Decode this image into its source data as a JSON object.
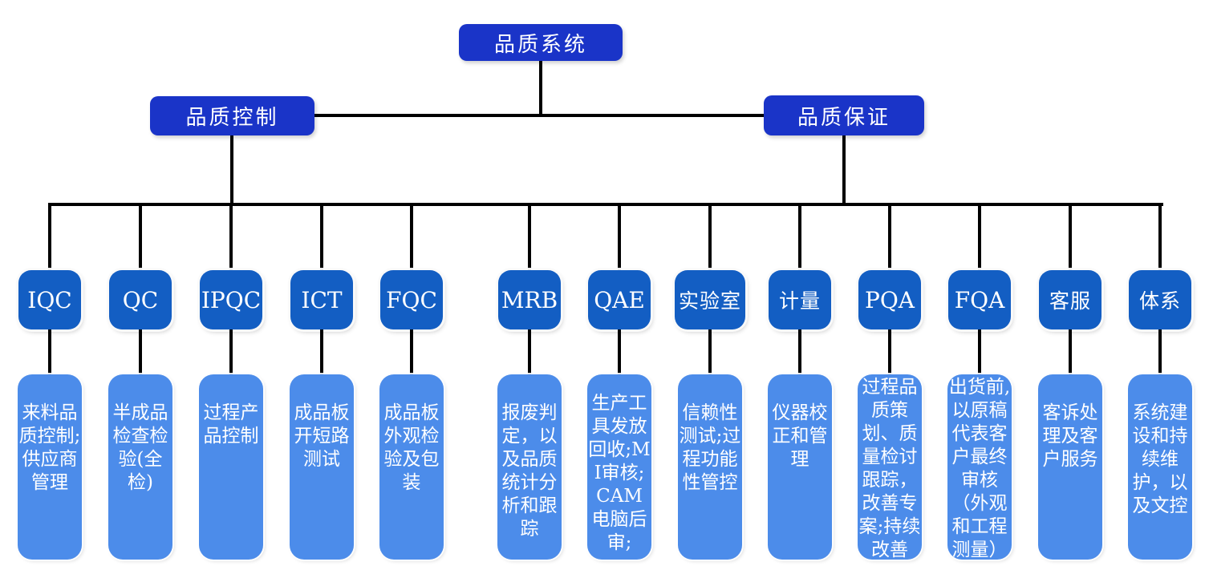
{
  "colors": {
    "level_box": "#1A34C8",
    "child_box": "#135EC3",
    "description_box": "#4C8CEA",
    "connector": "#000000",
    "text": "#FFFFFF"
  },
  "root": {
    "label": "品质系统"
  },
  "branches": [
    {
      "id": "quality-control",
      "label": "品质控制"
    },
    {
      "id": "quality-assurance",
      "label": "品质保证"
    }
  ],
  "nodes": [
    {
      "id": "iqc",
      "label": "IQC",
      "branch": "quality-control",
      "description": "来料品质控制;供应商管理"
    },
    {
      "id": "qc",
      "label": "QC",
      "branch": "quality-control",
      "description": "半成品检查检验(全检)"
    },
    {
      "id": "ipqc",
      "label": "IPQC",
      "branch": "quality-control",
      "description": "过程产品控制"
    },
    {
      "id": "ict",
      "label": "ICT",
      "branch": "quality-control",
      "description": "成品板开短路测试"
    },
    {
      "id": "fqc",
      "label": "FQC",
      "branch": "quality-control",
      "description": "成品板外观检验及包装"
    },
    {
      "id": "mrb",
      "label": "MRB",
      "branch": "quality-assurance",
      "description": "报废判定，以及品质统计分析和跟踪"
    },
    {
      "id": "qae",
      "label": "QAE",
      "branch": "quality-assurance",
      "description": "生产工具发放回收;MI审核;CAM电脑后审;"
    },
    {
      "id": "lab",
      "label": "实验室",
      "branch": "quality-assurance",
      "description": "信赖性测试;过程功能性管控"
    },
    {
      "id": "metrology",
      "label": "计量",
      "branch": "quality-assurance",
      "description": "仪器校正和管理"
    },
    {
      "id": "pqa",
      "label": "PQA",
      "branch": "quality-assurance",
      "description": "过程品质策划、质量检讨跟踪，改善专案;持续改善"
    },
    {
      "id": "fqa",
      "label": "FQA",
      "branch": "quality-assurance",
      "description": "出货前,以原稿代表客户最终审核（外观和工程测量）"
    },
    {
      "id": "customer-service",
      "label": "客服",
      "branch": "quality-assurance",
      "description": "客诉处理及客户服务"
    },
    {
      "id": "system",
      "label": "体系",
      "branch": "quality-assurance",
      "description": "系统建设和持续维护，以及文控"
    }
  ]
}
